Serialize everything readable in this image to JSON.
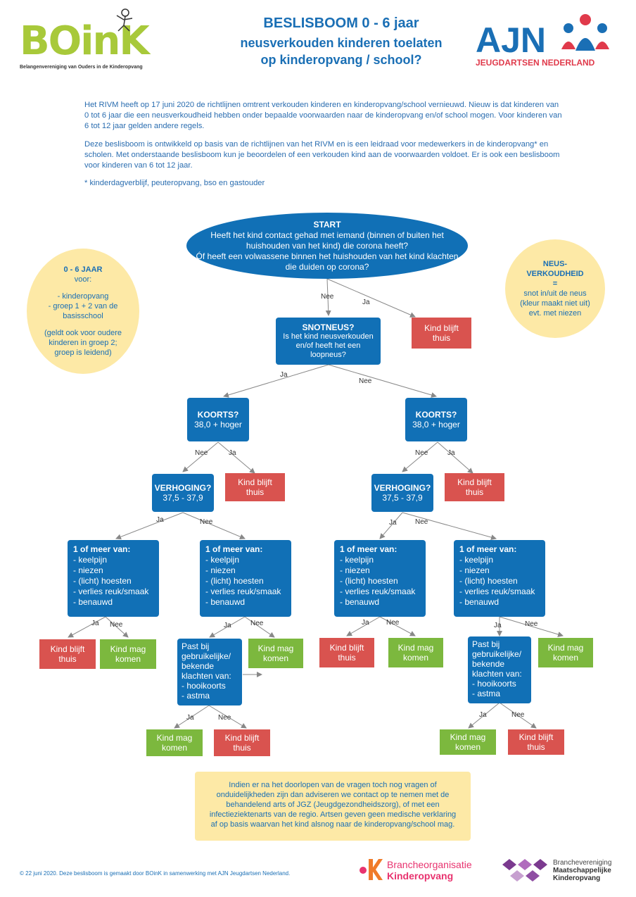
{
  "header": {
    "title_line1": "BESLISBOOM 0 - 6 jaar",
    "title_line2": "neusverkouden kinderen toelaten",
    "title_line3": "op kinderopvang / school?",
    "boink_logo": "BOinK",
    "boink_tagline": "Belangenvereniging van Ouders in de Kinderopvang",
    "ajn_logo": "AJN",
    "ajn_tagline": "JEUGDARTSEN NEDERLAND"
  },
  "intro": {
    "p1": "Het RIVM heeft op 17 juni 2020 de richtlijnen omtrent verkouden kinderen en kinderopvang/school vernieuwd. Nieuw is dat kinderen van 0 tot 6 jaar die een neusverkoudheid hebben onder bepaalde voorwaarden naar de kinderopvang en/of school mogen. Voor kinderen van 6 tot 12 jaar gelden andere regels.",
    "p2": "Deze beslisboom is ontwikkeld op basis van de richtlijnen van het RIVM en is een leidraad voor medewerkers in de kinderopvang* en scholen. Met onderstaande beslisboom kun je beoordelen of een verkouden kind aan de voorwaarden voldoet. Er is ook een beslisboom voor kinderen van 6 tot 12 jaar.",
    "p3": "* kinderdagverblijf, peuteropvang, bso en gastouder"
  },
  "left_circle": {
    "title": "0 - 6 JAAR",
    "l1": "voor:",
    "l2": "- kinderopvang",
    "l3": "- groep 1 + 2 van de",
    "l4": "basisschool",
    "l5": "(geldt ook voor oudere",
    "l6": "kinderen in groep 2;",
    "l7": "groep is leidend)"
  },
  "right_circle": {
    "l1": "NEUS-",
    "l2": "VERKOUDHEID",
    "l3": "=",
    "l4": "snot in/uit de neus",
    "l5": "(kleur maakt niet uit)",
    "l6": "evt. met niezen"
  },
  "start": {
    "title": "START",
    "l1": "Heeft het kind contact gehad met iemand (binnen of buiten het",
    "l2": "huishouden van het kind) die corona heeft?",
    "l3": "Óf heeft een volwassene binnen het huishouden van het kind klachten",
    "l4": "die duiden op corona?"
  },
  "snot": {
    "title": "SNOTNEUS?",
    "l1": "Is het kind neusverkouden",
    "l2": "en/of heeft het een",
    "l3": "loopneus?"
  },
  "koorts": {
    "title": "KOORTS?",
    "sub": "38,0 + hoger"
  },
  "verhoging": {
    "title": "VERHOGING?",
    "sub": "37,5 - 37,9"
  },
  "symptoms": {
    "title": "1 of meer van:",
    "s1": "- keelpijn",
    "s2": "- niezen",
    "s3": "- (licht) hoesten",
    "s4": "- verlies reuk/smaak",
    "s5": "- benauwd"
  },
  "past": {
    "l1": "Past bij",
    "l2": "gebruikelijke/",
    "l3": "bekende",
    "l4": "klachten van:",
    "l5": "- hooikoorts",
    "l6": "- astma"
  },
  "outcomes": {
    "thuis1": "Kind blijft",
    "thuis2": "thuis",
    "komen1": "Kind mag",
    "komen2": "komen"
  },
  "labels": {
    "ja": "Ja",
    "nee": "Nee"
  },
  "note": "Indien er na het doorlopen van de vragen toch nog vragen of onduidelijkheden zijn dan adviseren we contact op te nemen met de behandelend arts of JGZ (Jeugdgezondheidszorg), of met een infectieziektenarts van de regio. Artsen geven geen medische verklaring af op basis waarvan het kind alsnog naar de kinderopvang/school mag.",
  "footer": {
    "copyright": "©  22 juni 2020. Deze beslisboom is gemaakt door BOinK  in samenwerking met AJN Jeugdartsen Nederland.",
    "bo_logo1": "Brancheorganisatie",
    "bo_logo2": "Kinderopvang",
    "bmk1": "Branchevereniging",
    "bmk2": "Maatschappelijke",
    "bmk3": "Kinderopvang"
  },
  "colors": {
    "blue": "#1170b6",
    "red": "#d9534f",
    "green": "#7cb83e",
    "yellow": "#fde9a6",
    "boink_green": "#a8c93a"
  }
}
